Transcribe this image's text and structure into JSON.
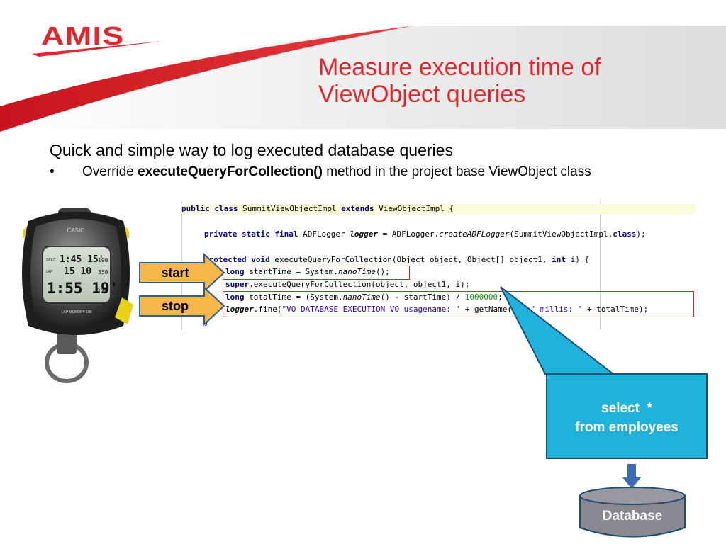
{
  "header": {
    "logo_text": "AMIS",
    "title_line1": "Measure execution time of",
    "title_line2": "ViewObject queries"
  },
  "content": {
    "subtitle": "Quick and simple way to log executed database queries",
    "bullet_marker": "•",
    "bullet_prefix": "Override ",
    "bullet_bold": "executeQueryForCollection()",
    "bullet_suffix": " method in the project base ViewObject class"
  },
  "stopwatch": {
    "brand": "CASIO",
    "split_label": "SPLIT",
    "lap_label": "LAP",
    "row1": "1:45 15'",
    "row1_small": "190",
    "row2": "15 10",
    "row2_small": "350",
    "row3": "1:55 19'",
    "row3_small": "220",
    "lap_memory": "LAP MEMORY 100"
  },
  "code": {
    "l1_kw1": "public class",
    "l1_txt1": " SummitViewObjectImpl ",
    "l1_kw2": "extends",
    "l1_txt2": " ViewObjectImpl {",
    "l2_kw": "private static final",
    "l2_txt1": " ADFLogger ",
    "l2_var": "logger",
    "l2_txt2": " = ADFLogger.",
    "l2_it": "createADFLogger",
    "l2_txt3": "(SummitViewObjectImpl.",
    "l2_kw2": "class",
    "l2_txt4": ");",
    "l3_kw1": "protected void",
    "l3_txt1": " executeQueryForCollection(Object object, Object[] object1, ",
    "l3_kw2": "int",
    "l3_txt2": " i) {",
    "l4_kw": "long",
    "l4_txt1": " startTime = System.",
    "l4_it": "nanoTime",
    "l4_txt2": "();",
    "l5_kw": "super",
    "l5_txt": ".executeQueryForCollection(object, object1, i);",
    "l6_kw": "long",
    "l6_txt1": " totalTime = (System.",
    "l6_it": "nanoTime",
    "l6_txt2": "() - startTime) / ",
    "l6_num": "1000000",
    "l6_txt3": ";",
    "l7_var": "logger",
    "l7_txt1": ".fine(",
    "l7_str1": "\"VO DATABASE EXECUTION VO usagename: \"",
    "l7_txt2": " + getName() + ",
    "l7_str2": "\" millis: \"",
    "l7_txt3": " + totalTime);",
    "l8_txt": "}"
  },
  "arrows": {
    "start_label": "start",
    "stop_label": "stop",
    "arrow_fill": "#f5b64a",
    "arrow_stroke": "#2e5f8a"
  },
  "callout": {
    "line1": "select  *",
    "line2": "from employees",
    "fill": "#1fb3dc"
  },
  "database": {
    "label": "Database",
    "fill": "#8a8890"
  },
  "colors": {
    "accent_red": "#e3262b"
  }
}
